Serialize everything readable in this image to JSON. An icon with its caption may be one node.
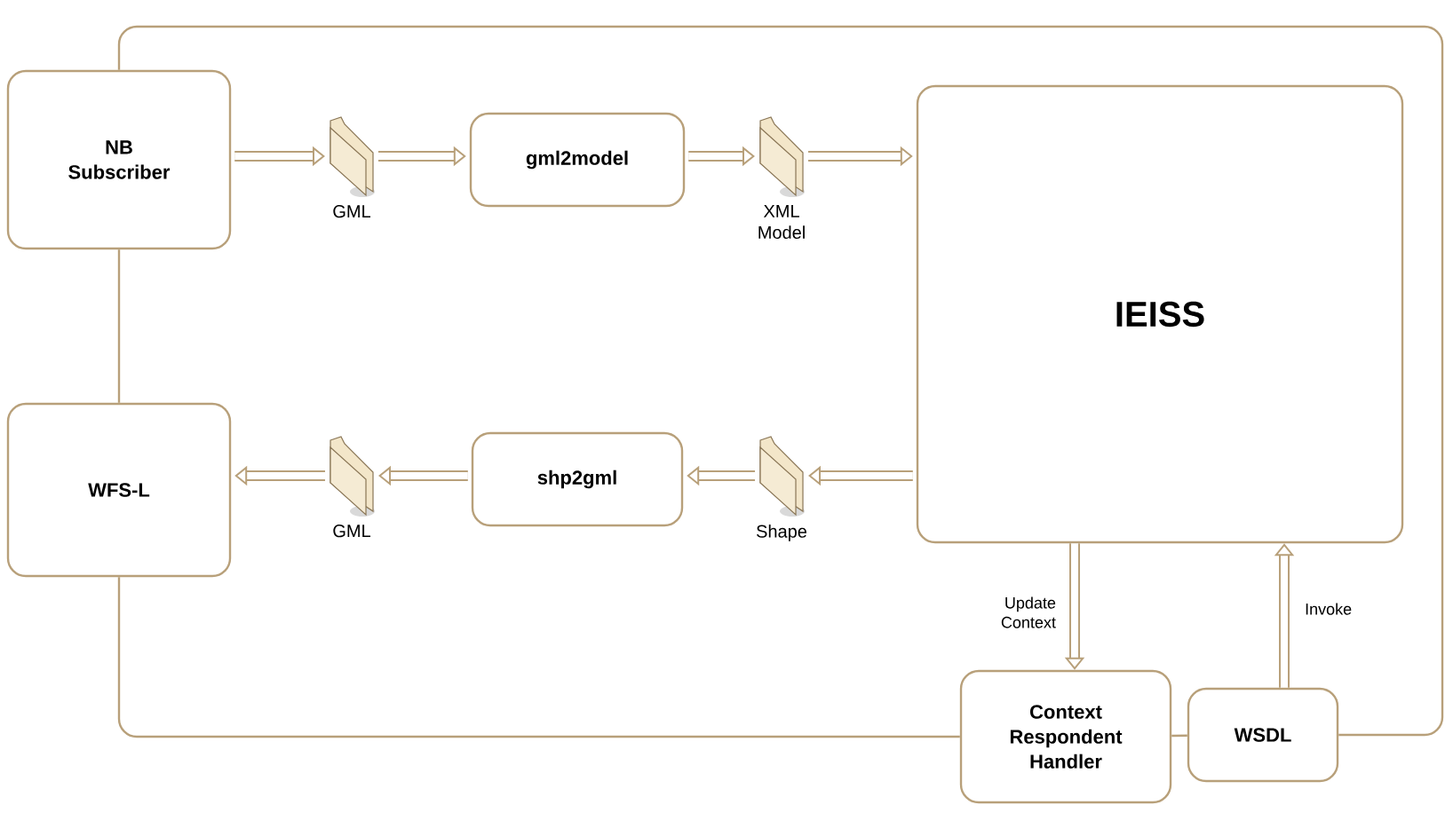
{
  "diagram": {
    "nodes": [
      {
        "text": [
          "NB Subscriber"
        ]
      },
      {
        "text": [],
        "shape": "folder",
        "beside": [
          "GML"
        ]
      },
      {
        "text": [
          "gml2model"
        ]
      },
      {
        "text": [],
        "shape": "folder",
        "beside": [
          "XML Model"
        ]
      },
      {
        "text": [
          "IEISS"
        ]
      },
      {
        "text": [
          "WFS-L"
        ]
      },
      {
        "text": [],
        "shape": "folder",
        "beside": [
          "GML"
        ]
      },
      {
        "text": [
          "shp2gml"
        ]
      },
      {
        "text": [],
        "shape": "folder",
        "beside": [
          "Shape"
        ]
      },
      {
        "text": [
          "Context Respondent Handler"
        ]
      },
      {
        "text": [
          "WSDL"
        ]
      }
    ],
    "edges": [
      {
        "from": 0,
        "to": 1,
        "arrow": "to"
      },
      {
        "from": 1,
        "to": 2,
        "arrow": "to"
      },
      {
        "from": 2,
        "to": 3,
        "arrow": "to"
      },
      {
        "from": 3,
        "to": 4,
        "arrow": "to"
      },
      {
        "from": 4,
        "to": 8,
        "arrow": "to"
      },
      {
        "from": 8,
        "to": 7,
        "arrow": "to"
      },
      {
        "from": 7,
        "to": 6,
        "arrow": "to"
      },
      {
        "from": 6,
        "to": 5,
        "arrow": "to"
      },
      {
        "from": 4,
        "to": 9,
        "arrow": "to",
        "label": "Update Context"
      },
      {
        "from": 10,
        "to": 4,
        "arrow": "to",
        "label": "Invoke"
      },
      {
        "from": 0,
        "to": 10,
        "arrow": "none"
      },
      {
        "from": 9,
        "to": 5,
        "arrow": "none"
      },
      {
        "from": 0,
        "to": 5,
        "arrow": "none"
      },
      {
        "from": 9,
        "to": 10,
        "arrow": "none"
      }
    ]
  }
}
